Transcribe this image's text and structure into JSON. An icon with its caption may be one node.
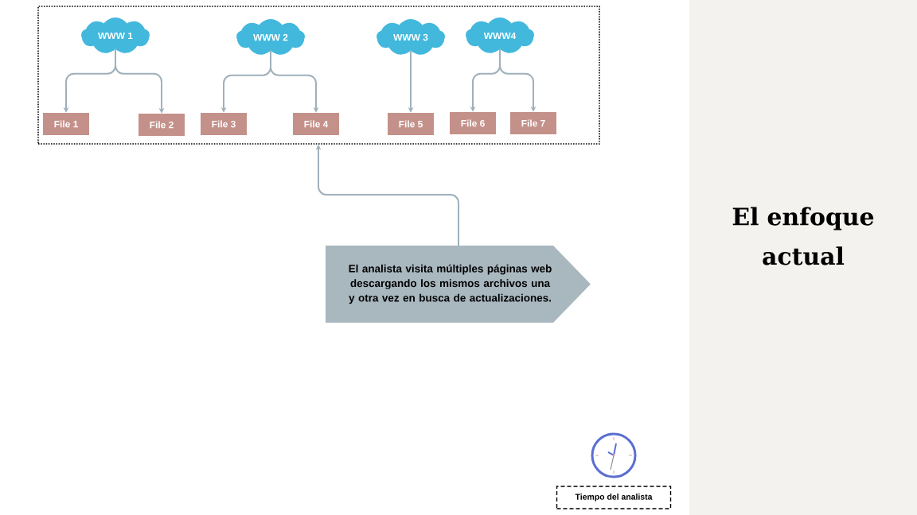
{
  "diagram": {
    "nodes": [
      {
        "text": [],
        "shape": "box"
      },
      {
        "text": [
          "WWW 1"
        ],
        "in": 0
      },
      {
        "text": [
          "WWW 2"
        ],
        "in": 0
      },
      {
        "text": [
          "WWW 3"
        ],
        "in": 0
      },
      {
        "text": [
          "WWW4"
        ],
        "in": 0
      },
      {
        "text": [
          "File 1"
        ],
        "in": 0
      },
      {
        "text": [
          "File 2"
        ],
        "in": 0
      },
      {
        "text": [
          "File 3"
        ],
        "in": 0
      },
      {
        "text": [
          "File 4"
        ],
        "in": 0
      },
      {
        "text": [
          "File 5"
        ],
        "in": 0
      },
      {
        "text": [
          "File 6"
        ],
        "in": 0
      },
      {
        "text": [
          "File 7"
        ],
        "in": 0
      },
      {
        "text": [
          "El analista visita múltiples páginas web descargando los mismos archivos una y otra vez en busca de actualizaciones."
        ]
      },
      {
        "text": [
          "El enfoque actual"
        ]
      },
      {
        "text": [
          "Tiempo del analista"
        ]
      }
    ],
    "edges": [
      {
        "from": 1,
        "to": 5,
        "arrow": "to"
      },
      {
        "from": 1,
        "to": 6,
        "arrow": "to"
      },
      {
        "from": 2,
        "to": 7,
        "arrow": "to"
      },
      {
        "from": 2,
        "to": 8,
        "arrow": "to"
      },
      {
        "from": 3,
        "to": 9,
        "arrow": "to"
      },
      {
        "from": 4,
        "to": 10,
        "arrow": "to"
      },
      {
        "from": 4,
        "to": 11,
        "arrow": "to"
      },
      {
        "from": 12,
        "to": 0,
        "arrow": "to"
      }
    ]
  }
}
